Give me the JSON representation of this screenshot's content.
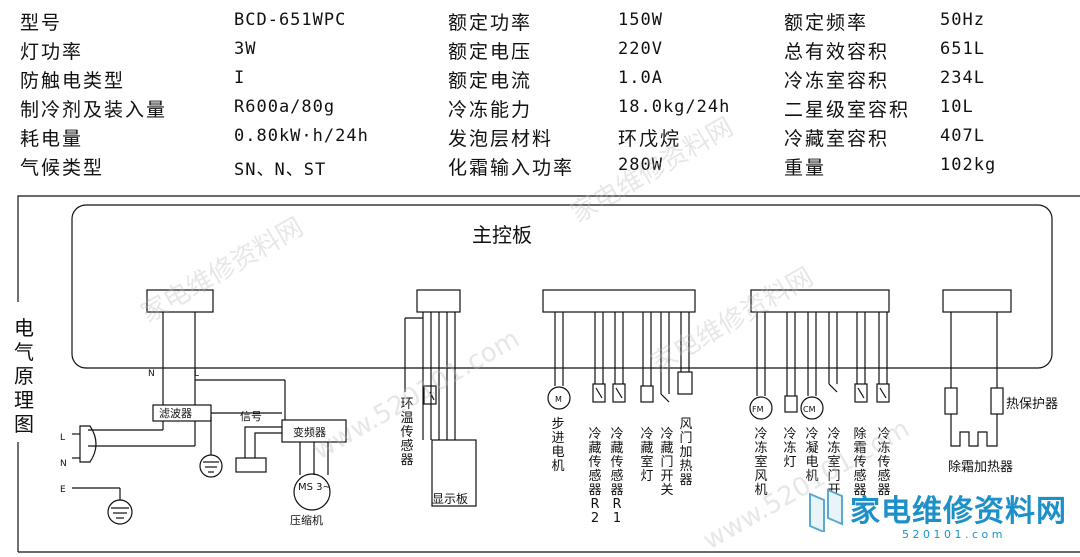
{
  "specs": [
    [
      {
        "k": "型号",
        "v": "BCD-651WPC"
      },
      {
        "k": "额定功率",
        "v": "150W"
      },
      {
        "k": "额定频率",
        "v": "50Hz"
      }
    ],
    [
      {
        "k": "灯功率",
        "v": "3W"
      },
      {
        "k": "额定电压",
        "v": "220V"
      },
      {
        "k": "总有效容积",
        "v": "651L"
      }
    ],
    [
      {
        "k": "防触电类型",
        "v": "I"
      },
      {
        "k": "额定电流",
        "v": "1.0A"
      },
      {
        "k": "冷冻室容积",
        "v": "234L"
      }
    ],
    [
      {
        "k": "制冷剂及装入量",
        "v": "R600a/80g"
      },
      {
        "k": "冷冻能力",
        "v": "18.0kg/24h"
      },
      {
        "k": "二星级室容积",
        "v": "10L"
      }
    ],
    [
      {
        "k": "耗电量",
        "v": "0.80kW·h/24h"
      },
      {
        "k": "发泡层材料",
        "v": "环戊烷"
      },
      {
        "k": "冷藏室容积",
        "v": "407L"
      }
    ],
    [
      {
        "k": "气候类型",
        "v": "SN、N、ST"
      },
      {
        "k": "化霜输入功率",
        "v": "280W"
      },
      {
        "k": "重量",
        "v": "102kg"
      }
    ]
  ],
  "diagram": {
    "side_title": "电气原理图",
    "main_board": "主控板",
    "filter": "滤波器",
    "signal": "信号",
    "inverter": "变频器",
    "compressor_symbol": "MS 3~",
    "compressor": "压缩机",
    "line_n": "N",
    "line_l": "L",
    "plug_l": "L",
    "plug_n": "N",
    "plug_e": "E",
    "ambient_sensor": "环温传感器",
    "display": "显示板",
    "stepper": "步进电机",
    "fridge_sensor_r2": "冷藏传感器R2",
    "fridge_sensor_r1": "冷藏传感器R1",
    "fridge_light": "冷藏室灯",
    "fridge_door_switch": "冷藏门开关",
    "damper_heater": "风门加热器",
    "freezer_fan": "冷冻室风机",
    "freezer_light": "冷冻灯",
    "condenser_motor": "冷凝电机",
    "freezer_door_switch": "冷冻室门开关",
    "defrost_sensor": "除霜传感器",
    "freezer_sensor": "冷冻传感器",
    "thermal_protector": "热保护器",
    "defrost_heater": "除霜加热器",
    "motor_m": "M",
    "motor_fm": "FM",
    "motor_cm": "CM"
  },
  "watermark": {
    "brand": "家电维修资料网",
    "url": "www.520101.com",
    "site": "5 2 0 1 0 1 . c o m"
  }
}
